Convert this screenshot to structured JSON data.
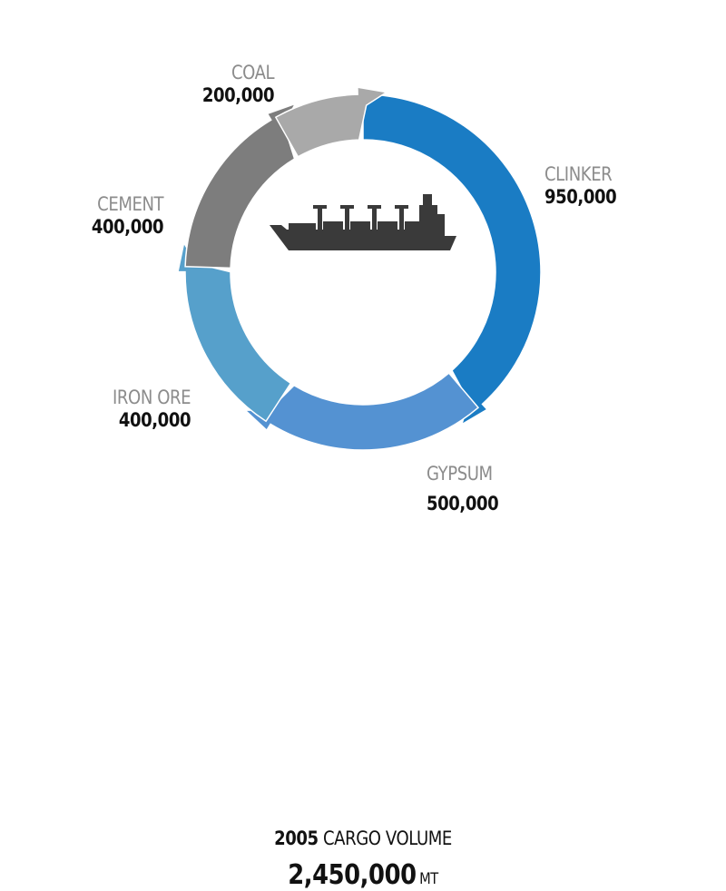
{
  "chart_data": {
    "type": "pie",
    "title_year": "2005",
    "title_text": "CARGO VOLUME",
    "total": "2,450,000",
    "unit": "MT",
    "slices": [
      {
        "label": "CLINKER",
        "value": 950000,
        "value_text": "950,000",
        "color": "#1a7cc4"
      },
      {
        "label": "GYPSUM",
        "value": 500000,
        "value_text": "500,000",
        "color": "#5492d2"
      },
      {
        "label": "IRON ORE",
        "value": 400000,
        "value_text": "400,000",
        "color": "#56a0cb"
      },
      {
        "label": "CEMENT",
        "value": 400000,
        "value_text": "400,000",
        "color": "#7d7d7d"
      },
      {
        "label": "COAL",
        "value": 200000,
        "value_text": "200,000",
        "color": "#a9a9a9"
      }
    ]
  },
  "icons": {
    "ship": "ship-icon"
  },
  "colors": {
    "ship": "#3a3a3a",
    "label_name": "#8c8c8c",
    "label_value": "#111111"
  }
}
